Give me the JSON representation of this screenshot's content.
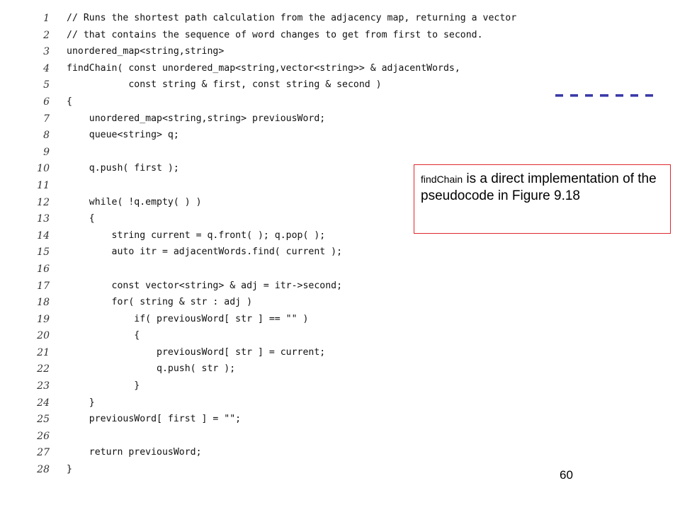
{
  "code": {
    "lines": [
      {
        "num": "1",
        "text": "// Runs the shortest path calculation from the adjacency map, returning a vector"
      },
      {
        "num": "2",
        "text": "// that contains the sequence of word changes to get from first to second."
      },
      {
        "num": "3",
        "text": "unordered_map<string,string>"
      },
      {
        "num": "4",
        "text": "findChain( const unordered_map<string,vector<string>> & adjacentWords,"
      },
      {
        "num": "5",
        "text": "           const string & first, const string & second )"
      },
      {
        "num": "6",
        "text": "{"
      },
      {
        "num": "7",
        "text": "    unordered_map<string,string> previousWord;"
      },
      {
        "num": "8",
        "text": "    queue<string> q;"
      },
      {
        "num": "9",
        "text": ""
      },
      {
        "num": "10",
        "text": "    q.push( first );"
      },
      {
        "num": "11",
        "text": ""
      },
      {
        "num": "12",
        "text": "    while( !q.empty( ) )"
      },
      {
        "num": "13",
        "text": "    {"
      },
      {
        "num": "14",
        "text": "        string current = q.front( ); q.pop( );"
      },
      {
        "num": "15",
        "text": "        auto itr = adjacentWords.find( current );"
      },
      {
        "num": "16",
        "text": ""
      },
      {
        "num": "17",
        "text": "        const vector<string> & adj = itr->second;"
      },
      {
        "num": "18",
        "text": "        for( string & str : adj )"
      },
      {
        "num": "19",
        "text": "            if( previousWord[ str ] == \"\" )"
      },
      {
        "num": "20",
        "text": "            {"
      },
      {
        "num": "21",
        "text": "                previousWord[ str ] = current;"
      },
      {
        "num": "22",
        "text": "                q.push( str );"
      },
      {
        "num": "23",
        "text": "            }"
      },
      {
        "num": "24",
        "text": "    }"
      },
      {
        "num": "25",
        "text": "    previousWord[ first ] = \"\";"
      },
      {
        "num": "26",
        "text": ""
      },
      {
        "num": "27",
        "text": "    return previousWord;"
      },
      {
        "num": "28",
        "text": "}"
      }
    ]
  },
  "note": {
    "function_name": "findChain",
    "text": " is a direct implementation of the pseudocode in Figure 9.18"
  },
  "page_number": "60",
  "colors": {
    "note_border": "#e0282e",
    "dash_rule": "#3a3aa8"
  }
}
